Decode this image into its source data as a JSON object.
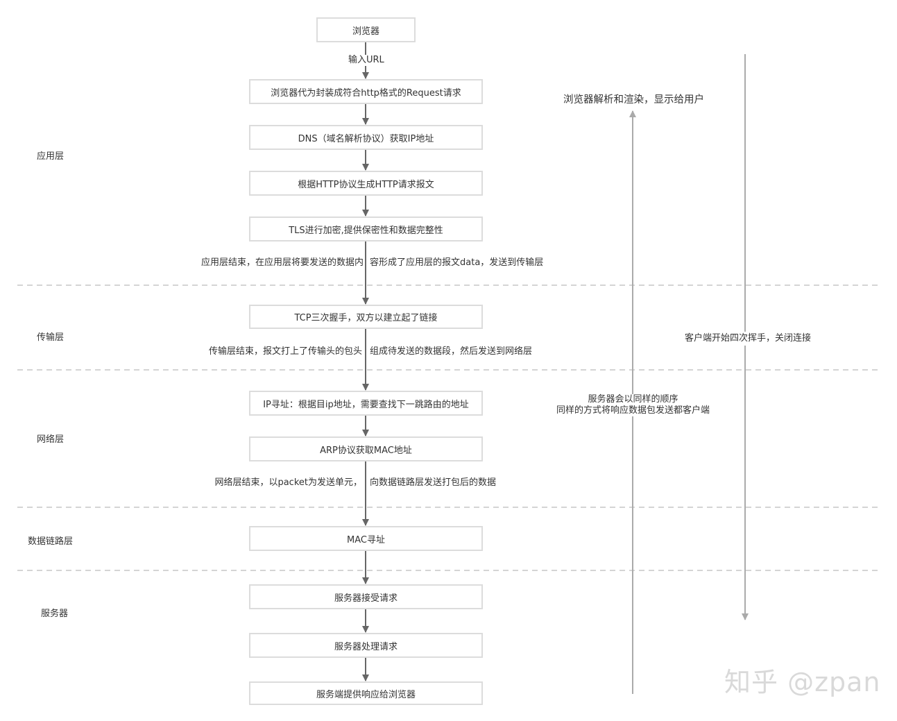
{
  "flow_boxes": [
    "浏览器",
    "浏览器代为封装成符合http格式的Request请求",
    "DNS（域名解析协议）获取IP地址",
    "根据HTTP协议生成HTTP请求报文",
    "TLS进行加密,提供保密性和数据完整性",
    "TCP三次握手，双方以建立起了链接",
    "IP寻址：根据目ip地址，需要查找下一跳路由的地址",
    "ARP协议获取MAC地址",
    "MAC寻址",
    "服务器接受请求",
    "服务器处理请求",
    "服务端提供响应给浏览器"
  ],
  "edge_labels": {
    "input_url": "输入URL",
    "app_end_left": "应用层结束，在应用层将要发送的数据内",
    "app_end_right": "容形成了应用层的报文data，发送到传输层",
    "transport_end_left": "传输层结束，报文打上了传输头的包头",
    "transport_end_right": "组成待发送的数据段，然后发送到网络层",
    "network_end_left": "网络层结束，以packet为发送单元，",
    "network_end_right": "向数据链路层发送打包后的数据"
  },
  "layers": {
    "application": "应用层",
    "transport": "传输层",
    "network": "网络层",
    "datalink": "数据链路层",
    "server": "服务器"
  },
  "right_notes": {
    "render": "浏览器解析和渲染，显示给用户",
    "close": "客户端开始四次挥手，关闭连接",
    "response_line1": "服务器会以同样的顺序",
    "response_line2": "同样的方式将响应数据包发送都客户端"
  },
  "watermark": "知乎 @zpan",
  "colors": {
    "main_arrow": "#666666",
    "side_arrow": "#aaaaaa",
    "box_border": "#dcdcdc",
    "dashed_divider": "#aaaaaa",
    "text": "#333333"
  }
}
